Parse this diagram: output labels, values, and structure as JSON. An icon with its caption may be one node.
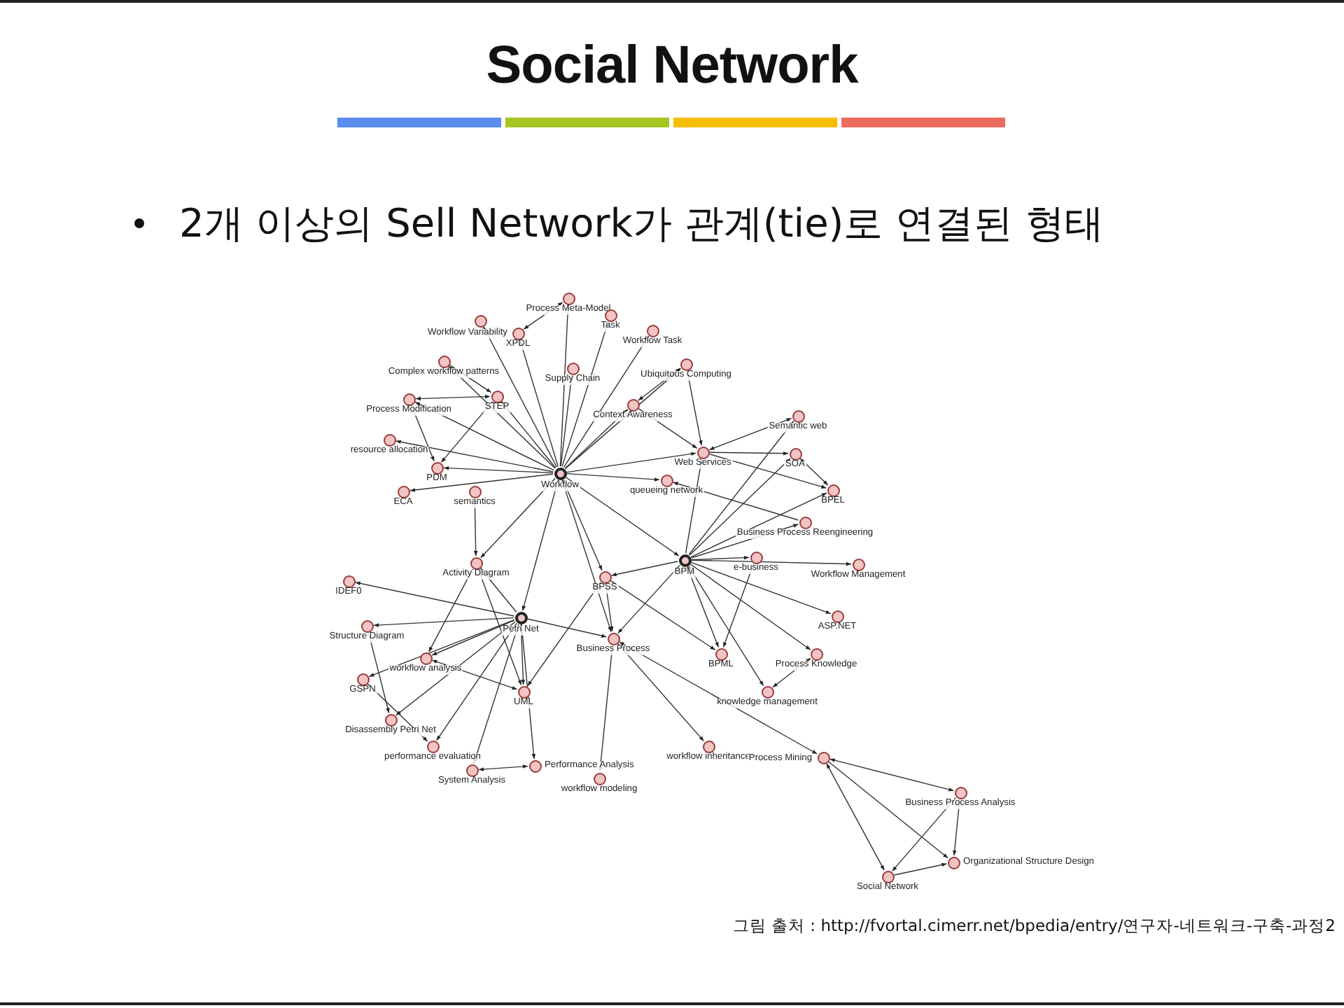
{
  "diagram": {
    "title": "Social Network",
    "caption": "그림 출처 : http://fvortal.cimerr.net/bpedia/entry/연구자-네트워크-구축-과정2",
    "labels": [
      "2개 이상의 Sell Network가 관계(tie)로 연결된 형태"
    ],
    "nodes": [
      {
        "text": [],
        "shape": "circle",
        "beside": [
          "Process Meta-Model"
        ]
      },
      {
        "text": [],
        "shape": "circle",
        "beside": [
          "Task"
        ]
      },
      {
        "text": [],
        "shape": "circle",
        "beside": [
          "Workflow Variability"
        ]
      },
      {
        "text": [],
        "shape": "circle",
        "beside": [
          "XPDL"
        ]
      },
      {
        "text": [],
        "shape": "circle",
        "beside": [
          "Workflow Task"
        ]
      },
      {
        "text": [],
        "shape": "circle",
        "beside": [
          "Supply Chain"
        ]
      },
      {
        "text": [],
        "shape": "circle",
        "beside": [
          "Complex workflow patterns"
        ]
      },
      {
        "text": [],
        "shape": "circle",
        "beside": [
          "Ubiquitous Computing"
        ]
      },
      {
        "text": [],
        "shape": "circle",
        "beside": [
          "Process Modification"
        ]
      },
      {
        "text": [],
        "shape": "circle",
        "beside": [
          "STEP"
        ]
      },
      {
        "text": [],
        "shape": "circle",
        "beside": [
          "Context Awareness"
        ]
      },
      {
        "text": [],
        "shape": "circle",
        "beside": [
          "Semantic web"
        ]
      },
      {
        "text": [],
        "shape": "circle",
        "beside": [
          "resource allocation"
        ]
      },
      {
        "text": [],
        "shape": "circle",
        "beside": [
          "SOA"
        ]
      },
      {
        "text": [],
        "shape": "circle",
        "beside": [
          "Web Services"
        ]
      },
      {
        "text": [],
        "shape": "circle",
        "beside": [
          "PDM"
        ]
      },
      {
        "text": [],
        "shape": "circle",
        "beside": [
          "Workflow"
        ]
      },
      {
        "text": [],
        "shape": "circle",
        "beside": [
          "queueing network"
        ]
      },
      {
        "text": [],
        "shape": "circle",
        "beside": [
          "ECA"
        ]
      },
      {
        "text": [],
        "shape": "circle",
        "beside": [
          "semantics"
        ]
      },
      {
        "text": [],
        "shape": "circle",
        "beside": [
          "BPEL"
        ]
      },
      {
        "text": [],
        "shape": "circle",
        "beside": [
          "Business Process Reengineering"
        ]
      },
      {
        "text": [],
        "shape": "circle",
        "beside": [
          "BPM"
        ]
      },
      {
        "text": [],
        "shape": "circle",
        "beside": [
          "e-business"
        ]
      },
      {
        "text": [],
        "shape": "circle",
        "beside": [
          "Workflow Management"
        ]
      },
      {
        "text": [],
        "shape": "circle",
        "beside": [
          "Activity Diagram"
        ]
      },
      {
        "text": [],
        "shape": "circle",
        "beside": [
          "IDEF0"
        ]
      },
      {
        "text": [],
        "shape": "circle",
        "beside": [
          "BPSS"
        ]
      },
      {
        "text": [],
        "shape": "circle",
        "beside": [
          "Petri Net"
        ]
      },
      {
        "text": [],
        "shape": "circle",
        "beside": [
          "Structure Diagram"
        ]
      },
      {
        "text": [],
        "shape": "circle",
        "beside": [
          "ASP.NET"
        ]
      },
      {
        "text": [],
        "shape": "circle",
        "beside": [
          "Business Process"
        ]
      },
      {
        "text": [],
        "shape": "circle",
        "beside": [
          "workflow analysis"
        ]
      },
      {
        "text": [],
        "shape": "circle",
        "beside": [
          "BPML"
        ]
      },
      {
        "text": [],
        "shape": "circle",
        "beside": [
          "GSPN"
        ]
      },
      {
        "text": [],
        "shape": "circle",
        "beside": [
          "Process Knowledge"
        ]
      },
      {
        "text": [],
        "shape": "circle",
        "beside": [
          "UML"
        ]
      },
      {
        "text": [],
        "shape": "circle",
        "beside": [
          "knowledge management"
        ]
      },
      {
        "text": [],
        "shape": "circle",
        "beside": [
          "Disassembly Petri Net"
        ]
      },
      {
        "text": [],
        "shape": "circle",
        "beside": [
          "performance evaluation"
        ]
      },
      {
        "text": [],
        "shape": "circle",
        "beside": [
          "workflow inheritance"
        ]
      },
      {
        "text": [],
        "shape": "circle",
        "beside": [
          "System Analysis"
        ]
      },
      {
        "text": [],
        "shape": "circle",
        "beside": [
          "Performance Analysis"
        ]
      },
      {
        "text": [],
        "shape": "circle",
        "beside": [
          "workflow modeling"
        ]
      },
      {
        "text": [],
        "shape": "circle",
        "beside": [
          "Process Mining"
        ]
      },
      {
        "text": [],
        "shape": "circle",
        "beside": [
          "Business Process Analysis"
        ]
      },
      {
        "text": [],
        "shape": "circle",
        "beside": [
          "Organizational Structure Design"
        ]
      },
      {
        "text": [],
        "shape": "circle",
        "beside": [
          "Social Network"
        ]
      }
    ],
    "edges": [
      {
        "from": 16,
        "to": 0,
        "arrow": "to"
      },
      {
        "from": 16,
        "to": 1,
        "arrow": "to"
      },
      {
        "from": 16,
        "to": 2,
        "arrow": "to"
      },
      {
        "from": 16,
        "to": 3,
        "arrow": "to"
      },
      {
        "from": 16,
        "to": 4,
        "arrow": "to"
      },
      {
        "from": 16,
        "to": 5,
        "arrow": "to"
      },
      {
        "from": 16,
        "to": 6,
        "arrow": "to"
      },
      {
        "from": 16,
        "to": 7,
        "arrow": "to"
      },
      {
        "from": 16,
        "to": 8,
        "arrow": "to"
      },
      {
        "from": 16,
        "to": 9,
        "arrow": "to"
      },
      {
        "from": 16,
        "to": 10,
        "arrow": "to"
      },
      {
        "from": 16,
        "to": 12,
        "arrow": "to"
      },
      {
        "from": 16,
        "to": 15,
        "arrow": "to"
      },
      {
        "from": 16,
        "to": 18,
        "arrow": "to"
      },
      {
        "from": 16,
        "to": 14,
        "arrow": "to"
      },
      {
        "from": 16,
        "to": 17,
        "arrow": "to"
      },
      {
        "from": 16,
        "to": 25,
        "arrow": "to"
      },
      {
        "from": 16,
        "to": 28,
        "arrow": "to"
      },
      {
        "from": 16,
        "to": 27,
        "arrow": "to"
      },
      {
        "from": 16,
        "to": 22,
        "arrow": "to"
      },
      {
        "from": 16,
        "to": 31,
        "arrow": "to"
      },
      {
        "from": 3,
        "to": 0,
        "arrow": "both"
      },
      {
        "from": 8,
        "to": 9,
        "arrow": "both"
      },
      {
        "from": 9,
        "to": 15,
        "arrow": "to"
      },
      {
        "from": 8,
        "to": 15,
        "arrow": "to"
      },
      {
        "from": 6,
        "to": 9,
        "arrow": "to"
      },
      {
        "from": 7,
        "to": 10,
        "arrow": "both"
      },
      {
        "from": 7,
        "to": 14,
        "arrow": "to"
      },
      {
        "from": 10,
        "to": 14,
        "arrow": "to"
      },
      {
        "from": 14,
        "to": 11,
        "arrow": "both"
      },
      {
        "from": 14,
        "to": 13,
        "arrow": "to"
      },
      {
        "from": 14,
        "to": 20,
        "arrow": "to"
      },
      {
        "from": 22,
        "to": 14,
        "arrow": "to"
      },
      {
        "from": 13,
        "to": 20,
        "arrow": "both"
      },
      {
        "from": 22,
        "to": 11,
        "arrow": "to"
      },
      {
        "from": 22,
        "to": 13,
        "arrow": "to"
      },
      {
        "from": 22,
        "to": 20,
        "arrow": "to"
      },
      {
        "from": 22,
        "to": 21,
        "arrow": "to"
      },
      {
        "from": 22,
        "to": 23,
        "arrow": "to"
      },
      {
        "from": 22,
        "to": 24,
        "arrow": "to"
      },
      {
        "from": 22,
        "to": 30,
        "arrow": "to"
      },
      {
        "from": 22,
        "to": 33,
        "arrow": "to"
      },
      {
        "from": 22,
        "to": 35,
        "arrow": "to"
      },
      {
        "from": 22,
        "to": 37,
        "arrow": "to"
      },
      {
        "from": 22,
        "to": 27,
        "arrow": "to"
      },
      {
        "from": 22,
        "to": 31,
        "arrow": "to"
      },
      {
        "from": 21,
        "to": 17,
        "arrow": "to"
      },
      {
        "from": 19,
        "to": 25,
        "arrow": "to"
      },
      {
        "from": 25,
        "to": 32,
        "arrow": "to"
      },
      {
        "from": 25,
        "to": 36,
        "arrow": "to"
      },
      {
        "from": 28,
        "to": 26,
        "arrow": "to"
      },
      {
        "from": 28,
        "to": 29,
        "arrow": "to"
      },
      {
        "from": 28,
        "to": 32,
        "arrow": "to"
      },
      {
        "from": 28,
        "to": 34,
        "arrow": "to"
      },
      {
        "from": 28,
        "to": 36,
        "arrow": "to"
      },
      {
        "from": 28,
        "to": 38,
        "arrow": "to"
      },
      {
        "from": 28,
        "to": 39,
        "arrow": "to"
      },
      {
        "from": 28,
        "to": 41,
        "arrow": "to"
      },
      {
        "from": 28,
        "to": 42,
        "arrow": "to"
      },
      {
        "from": 28,
        "to": 31,
        "arrow": "to"
      },
      {
        "from": 28,
        "to": 25,
        "arrow": "to"
      },
      {
        "from": 32,
        "to": 36,
        "arrow": "both"
      },
      {
        "from": 29,
        "to": 38,
        "arrow": "to"
      },
      {
        "from": 34,
        "to": 39,
        "arrow": "to"
      },
      {
        "from": 41,
        "to": 42,
        "arrow": "both"
      },
      {
        "from": 31,
        "to": 43,
        "arrow": "to"
      },
      {
        "from": 31,
        "to": 40,
        "arrow": "to"
      },
      {
        "from": 31,
        "to": 44,
        "arrow": "both"
      },
      {
        "from": 27,
        "to": 33,
        "arrow": "to"
      },
      {
        "from": 27,
        "to": 36,
        "arrow": "to"
      },
      {
        "from": 27,
        "to": 31,
        "arrow": "to"
      },
      {
        "from": 23,
        "to": 33,
        "arrow": "to"
      },
      {
        "from": 35,
        "to": 37,
        "arrow": "both"
      },
      {
        "from": 44,
        "to": 45,
        "arrow": "both"
      },
      {
        "from": 44,
        "to": 46,
        "arrow": "to"
      },
      {
        "from": 44,
        "to": 47,
        "arrow": "both"
      },
      {
        "from": 45,
        "to": 47,
        "arrow": "to"
      },
      {
        "from": 45,
        "to": 46,
        "arrow": "to"
      },
      {
        "from": 47,
        "to": 46,
        "arrow": "to"
      }
    ]
  }
}
